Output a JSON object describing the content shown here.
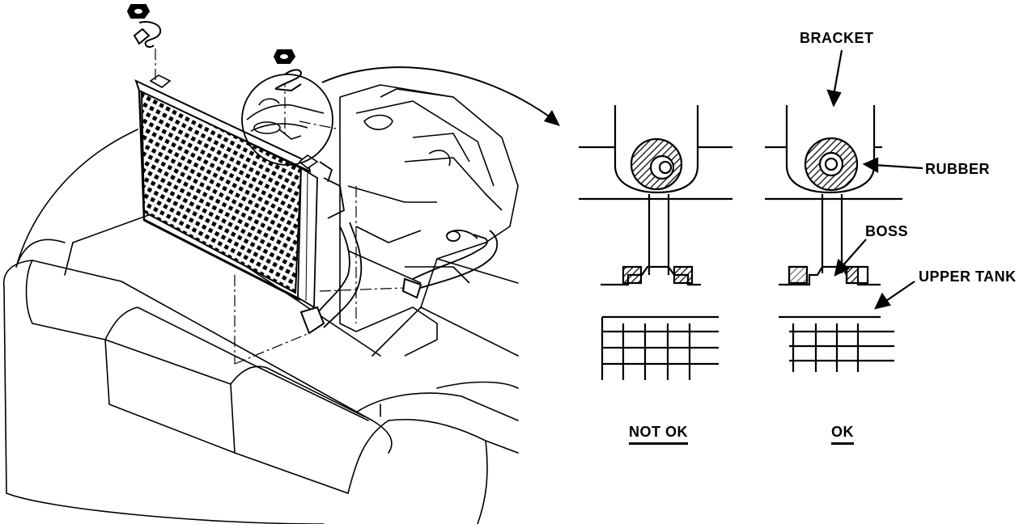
{
  "labels": {
    "bracket": "BRACKET",
    "rubber": "RUBBER",
    "boss": "BOSS",
    "upper_tank": "UPPER TANK",
    "not_ok": "NOT OK",
    "ok": "OK"
  },
  "colors": {
    "ink": "#000000",
    "paper": "#ffffff"
  }
}
